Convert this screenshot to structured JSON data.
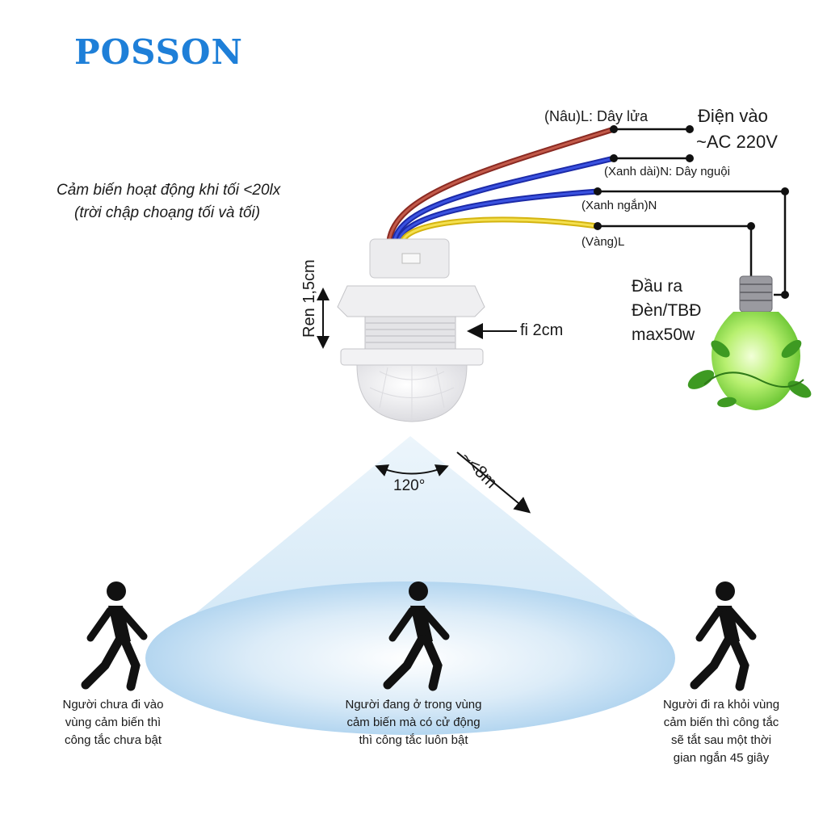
{
  "logo": {
    "text": "POSSON",
    "color": "#1e7fd8"
  },
  "note": {
    "line1": "Cảm biến hoạt động khi tối <20lx",
    "line2": "(trời chập choạng tối và tối)"
  },
  "wires": {
    "brown": {
      "label": "(Nâu)L: Dây lửa",
      "color": "#b0463a"
    },
    "blue_long": {
      "label": "(Xanh dài)N: Dây nguội",
      "color": "#2030b8"
    },
    "blue_short": {
      "label": "(Xanh ngắn)N",
      "color": "#2030b8"
    },
    "yellow": {
      "label": "(Vàng)L",
      "color": "#e8d020"
    }
  },
  "power_in": {
    "line1": "Điện vào",
    "line2": "~AC 220V"
  },
  "output": {
    "line1": "Đầu ra",
    "line2": "Đèn/TBĐ",
    "line3": "max50w"
  },
  "dimensions": {
    "thread": "Ren 1,5cm",
    "diameter": "fi 2cm",
    "range": "~<8m",
    "angle": "120°"
  },
  "detection_color": "#bcdcf2",
  "people": [
    {
      "caption": "Người chưa đi vào\nvùng cảm biến thì\ncông tắc chưa bật"
    },
    {
      "caption": "Người đang ở trong vùng\ncảm biến mà có cử động\nthì công tắc luôn bật"
    },
    {
      "caption": "Người đi ra khỏi vùng\ncảm biến thì công tắc\nsẽ tắt sau một thời\ngian ngắn 45 giây"
    }
  ]
}
